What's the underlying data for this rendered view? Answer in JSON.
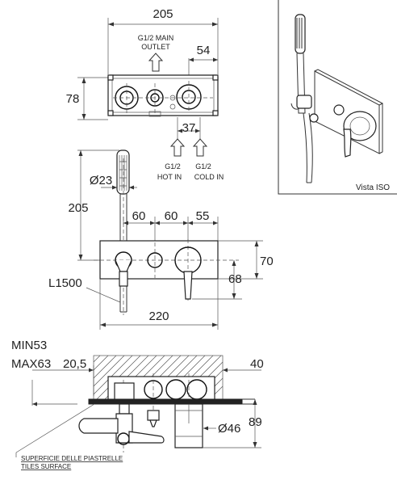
{
  "top_view": {
    "width": "205",
    "height": "78",
    "outlet_offset": "54",
    "inlet_spacing": "37",
    "main_outlet_line1": "G1/2  MAIN",
    "main_outlet_line2": "OUTLET",
    "hot_in_line1": "G1/2",
    "hot_in_line2": "HOT IN",
    "cold_in_line1": "G1/2",
    "cold_in_line2": "COLD IN"
  },
  "front_view": {
    "hand_shower_diameter": "Ø23",
    "hand_shower_height": "205",
    "spacing_1": "60",
    "spacing_2": "60",
    "spacing_3": "55",
    "plate_height": "70",
    "handle_drop": "68",
    "hose_length": "L1500",
    "plate_width": "220"
  },
  "side_view": {
    "min_label": "MIN53",
    "max_label": "MAX63",
    "left_offset": "20,5",
    "right_offset": "40",
    "diameter": "Ø46",
    "depth": "89",
    "tiles_line1": "SUPERFICIE DELLE PIASTRELLE",
    "tiles_line2": "TILES SURFACE"
  },
  "iso_view": {
    "label": "Vista ISO"
  }
}
